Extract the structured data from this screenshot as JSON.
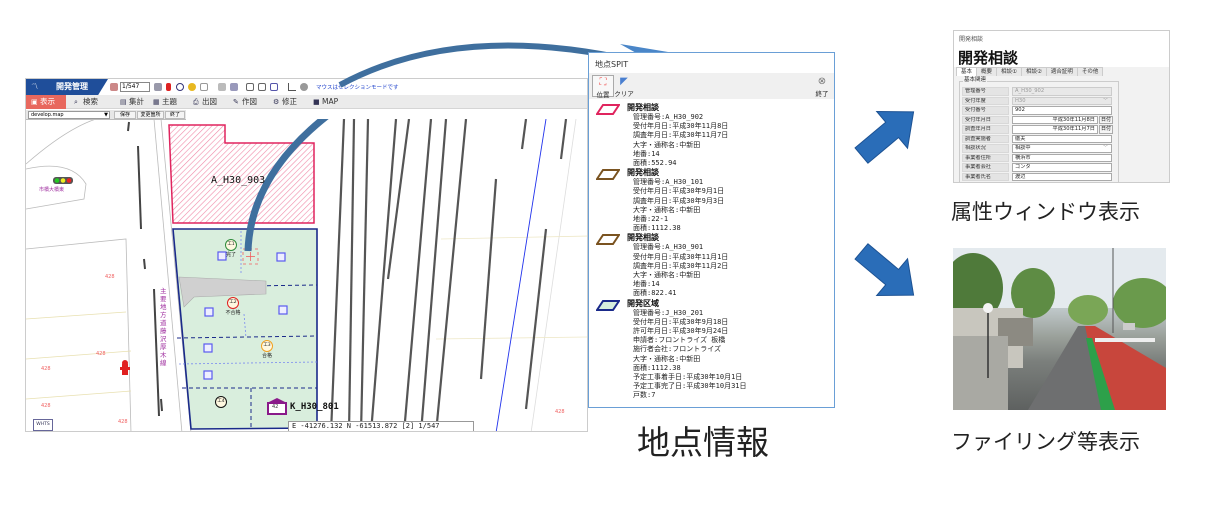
{
  "app": {
    "title": "開発管理",
    "scale": "1/547",
    "mode_text": "マウスはセレクションモードです",
    "menu": [
      {
        "label": "表示",
        "icon": "display-icon"
      },
      {
        "label": "検索",
        "icon": "search-icon"
      },
      {
        "label": "集計",
        "icon": "calculator-icon"
      },
      {
        "label": "主題",
        "icon": "grid-icon"
      },
      {
        "label": "出図",
        "icon": "printer-icon"
      },
      {
        "label": "作図",
        "icon": "pencil-icon"
      },
      {
        "label": "修正",
        "icon": "gear-icon"
      },
      {
        "label": "MAP",
        "icon": "folder-icon"
      }
    ],
    "map_file": "develop.map",
    "buttons": {
      "save": "保存",
      "changes": "変更箇所",
      "exit": "終了"
    },
    "map": {
      "parcel_a": "A_H30_903",
      "parcel_k": "K_H30_801",
      "house_number": "42",
      "inspections": [
        {
          "label": "工1",
          "note": "完了",
          "color": "#2e8b3a"
        },
        {
          "label": "工2",
          "note": "不合格",
          "color": "#e02020"
        },
        {
          "label": "工3",
          "note": "合格",
          "color": "#f0a020"
        },
        {
          "label": "工4",
          "note": "",
          "color": "#111111"
        }
      ],
      "road_name": "主要地方道藤沢 厚木線",
      "signal_label": "市橋大橋東",
      "lot_numbers": [
        "428",
        "428",
        "428",
        "428",
        "428",
        "428"
      ],
      "box_label": "WHTS",
      "status": "E -41276.132 N -61513.872 [2] 1/547"
    }
  },
  "popup": {
    "title": "地点SPIT",
    "position_label": "位置",
    "clear_label": "クリア",
    "end_label": "終了",
    "sections": [
      {
        "header": "開発相談",
        "color": "#e0245e",
        "lines": [
          "管理番号:A_H30_902",
          "受付年月日:平成30年11月8日",
          "調査年月日:平成30年11月7日",
          "大字・通称名:中新田",
          "地番:14",
          "面積:552.94"
        ]
      },
      {
        "header": "開発相談",
        "color": "#7a5320",
        "lines": [
          "管理番号:A_H30_101",
          "受付年月日:平成30年9月1日",
          "調査年月日:平成30年9月3日",
          "大字・通称名:中新田",
          "地番:22-1",
          "面積:1112.38"
        ]
      },
      {
        "header": "開発相談",
        "color": "#7a5320",
        "lines": [
          "管理番号:A_H30_901",
          "受付年月日:平成30年11月1日",
          "調査年月日:平成30年11月2日",
          "大字・通称名:中新田",
          "地番:14",
          "面積:822.41"
        ]
      },
      {
        "header": "開発区域",
        "color": "#1a2a8a",
        "lines": [
          "管理番号:J_H30_201",
          "受付年月日:平成30年9月18日",
          "許可年月日:平成30年9月24日",
          "申請者:フロントライズ 板橋",
          "施行者会社:フロントライズ",
          "大字・通称名:中新田",
          "面積:1112.38",
          "予定工事着手日:平成30年10月1日",
          "予定工事完了日:平成30年10月31日",
          "戸数:7"
        ]
      }
    ]
  },
  "labels": {
    "point_info": "地点情報",
    "attribute_window": "属性ウィンドウ表示",
    "filing": "ファイリング等表示"
  },
  "attr_window": {
    "window_title": "開発相談",
    "heading": "開発相談",
    "tabs": [
      "基本",
      "概要",
      "相談①",
      "相談②",
      "適合証明",
      "その他"
    ],
    "group": "基本関連",
    "rows": [
      {
        "label": "管理番号",
        "value": "A_H30_902",
        "kind": "disabled"
      },
      {
        "label": "受付年度",
        "value": "H30",
        "kind": "disabled-select"
      },
      {
        "label": "受付番号",
        "value": "902",
        "kind": "text"
      },
      {
        "label": "受付年月日",
        "value": "平成30年11月8日",
        "kind": "date"
      },
      {
        "label": "調査年月日",
        "value": "平成30年11月7日",
        "kind": "date"
      },
      {
        "label": "調査実施者",
        "value": "徹夫",
        "kind": "text"
      },
      {
        "label": "相談状況",
        "value": "相談中",
        "kind": "select"
      },
      {
        "label": "事業者住所",
        "value": "横浜市",
        "kind": "text"
      },
      {
        "label": "事業者会社",
        "value": "ゴンタ",
        "kind": "text"
      },
      {
        "label": "事業者氏名",
        "value": "渡辺",
        "kind": "text"
      }
    ],
    "date_button": "日付"
  },
  "colors": {
    "arrow": "#4a86c8",
    "curve": "#3f6f9e",
    "brand": "#1f4e9a",
    "menu_active": "#e8685e"
  }
}
